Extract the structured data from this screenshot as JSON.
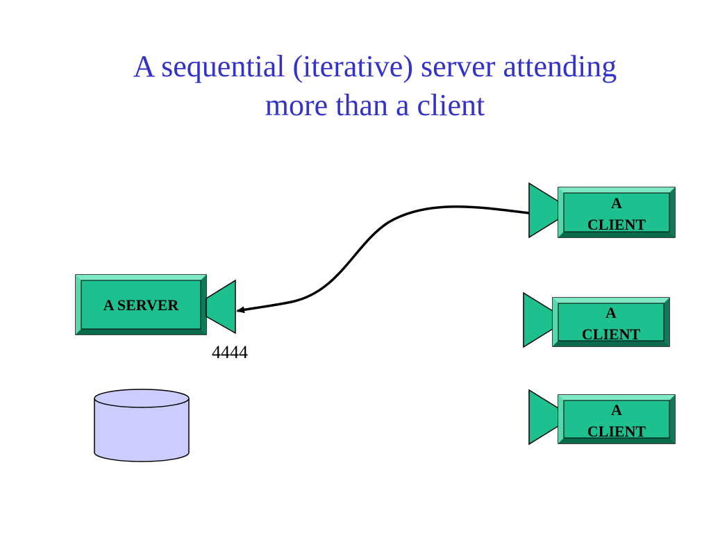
{
  "title": {
    "line1": "A sequential (iterative) server attending",
    "line2": "more than a client"
  },
  "server": {
    "label": "A SERVER"
  },
  "port": {
    "label": "4444"
  },
  "clients": [
    {
      "line1": "A",
      "line2": "CLIENT"
    },
    {
      "line1": "A",
      "line2": "CLIENT"
    },
    {
      "line1": "A",
      "line2": "CLIENT"
    }
  ],
  "colors": {
    "title": "#3333cc",
    "box_fill": "#1fc08f",
    "box_edge": "#0e7a58",
    "database_fill": "#ccccff"
  },
  "icons": {
    "server_socket": "socket-cone-icon",
    "client_socket": "socket-cone-icon",
    "database": "database-cylinder-icon",
    "connection": "arrow-icon"
  }
}
